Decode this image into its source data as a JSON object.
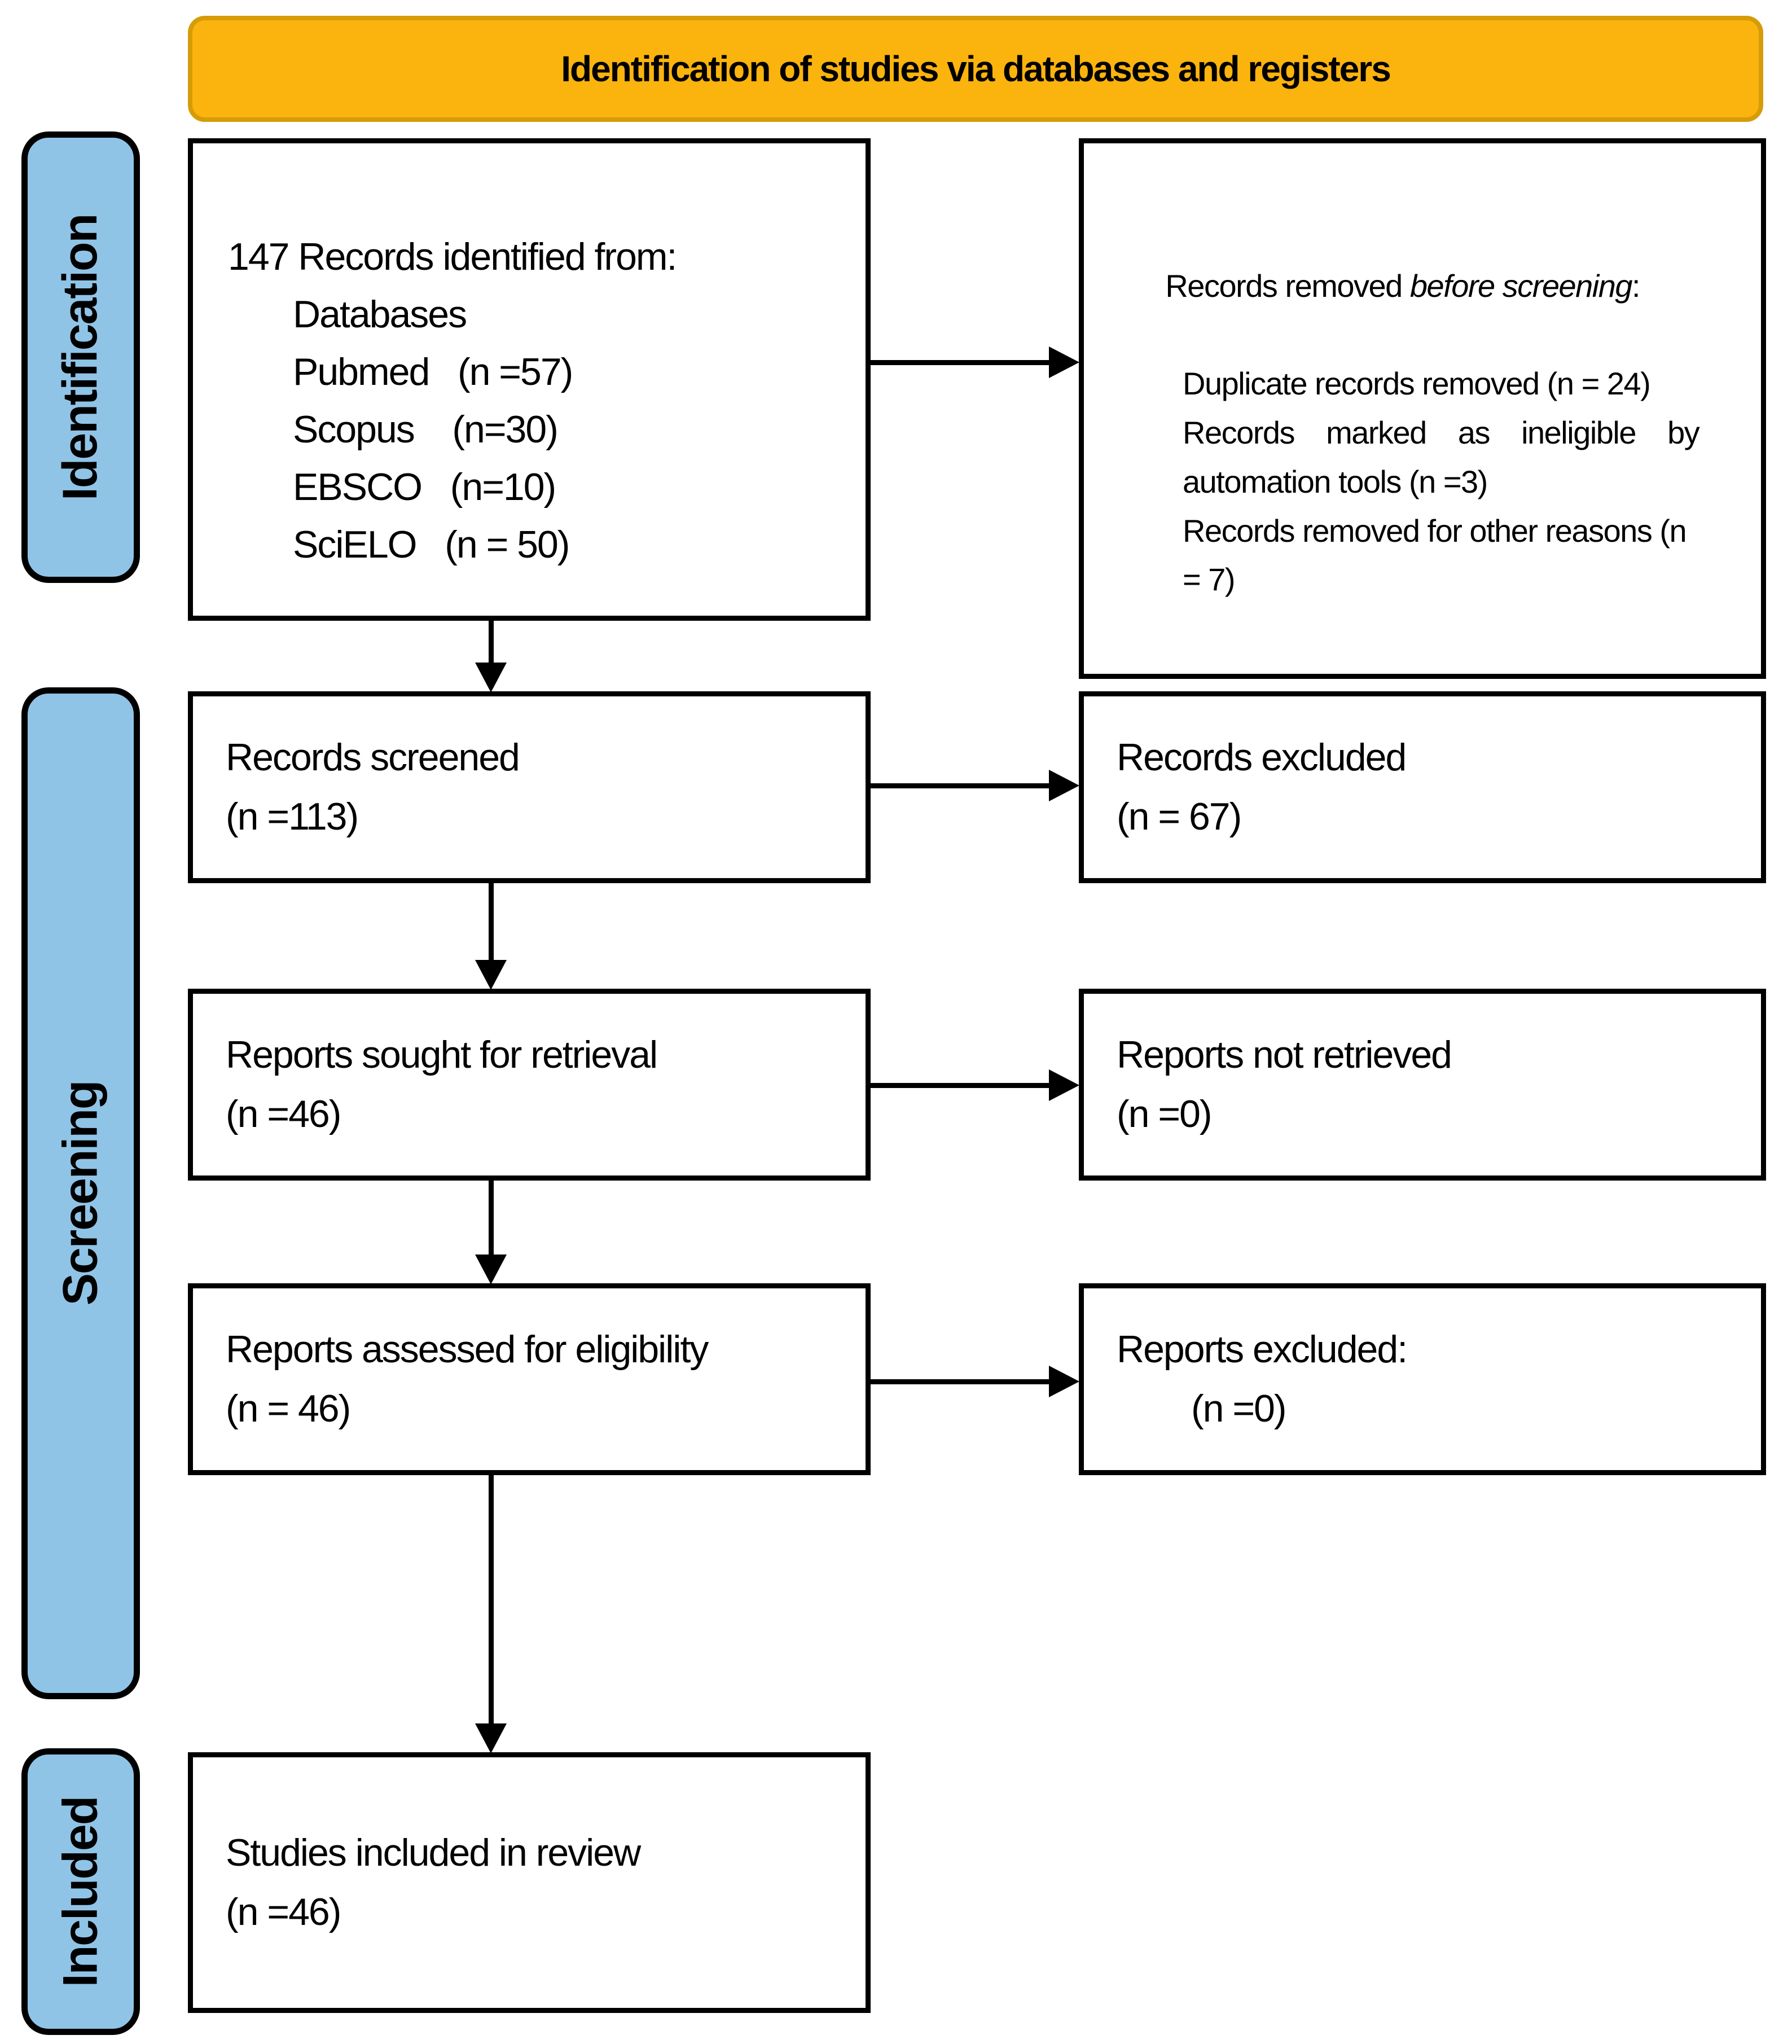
{
  "title": "Identification of studies via databases and registers",
  "colors": {
    "background": "#FFFFFF",
    "header_bg": "#FBB30E",
    "header_border": "#D59C08",
    "side_bg": "#90C4E7",
    "side_border": "#000000",
    "box_border": "#000000",
    "arrow": "#000000"
  },
  "side_labels": {
    "identification": "Identification",
    "screening": "Screening",
    "included": "Included"
  },
  "boxes": {
    "identified": {
      "line1": "147 Records identified from:",
      "line2": "Databases",
      "line3": "Pubmed   (n =57)",
      "line4": "Scopus    (n=30)",
      "line5": "EBSCO   (n=10)",
      "line6": "SciELO   (n = 50)"
    },
    "removed": {
      "title_prefix": "Records removed ",
      "title_italic": "before screening",
      "title_suffix": ":",
      "line2": "Duplicate records removed (n = 24)",
      "line3": "Records marked as ineligible by",
      "line4": "automation tools (n =3)",
      "line5": "Records removed for other reasons (n",
      "line6": "= 7)"
    },
    "screened": {
      "line1": "Records screened",
      "line2": "(n =113)"
    },
    "records_excluded": {
      "line1": "Records excluded",
      "line2": "(n = 67)"
    },
    "sought": {
      "line1": "Reports sought for retrieval",
      "line2": "(n =46)"
    },
    "not_retrieved": {
      "line1": "Reports not retrieved",
      "line2": "(n =0)"
    },
    "assessed": {
      "line1": "Reports assessed for eligibility",
      "line2": "(n = 46)"
    },
    "reports_excluded": {
      "line1": "Reports excluded:",
      "line2": "(n =0)"
    },
    "included_studies": {
      "line1": "Studies included in review",
      "line2": "(n =46)"
    }
  }
}
